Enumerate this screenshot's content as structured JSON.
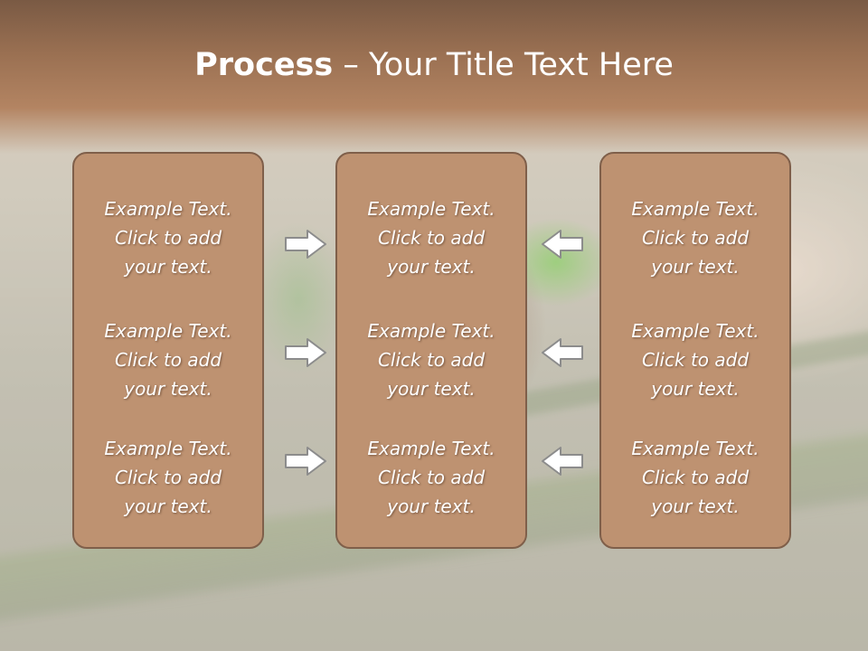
{
  "title": {
    "main": "Process",
    "dash": " – ",
    "sub": "Your Title Text Here"
  },
  "columns": [
    {
      "items": [
        {
          "line1": "Example Text.",
          "line2": "Click  to add",
          "line3": "your text."
        },
        {
          "line1": "Example Text.",
          "line2": "Click  to add",
          "line3": "your text."
        },
        {
          "line1": "Example Text.",
          "line2": "Click  to add",
          "line3": "your text."
        }
      ]
    },
    {
      "items": [
        {
          "line1": "Example Text.",
          "line2": "Click  to add",
          "line3": "your text."
        },
        {
          "line1": "Example Text.",
          "line2": "Click  to add",
          "line3": "your text."
        },
        {
          "line1": "Example Text.",
          "line2": "Click  to add",
          "line3": "your text."
        }
      ]
    },
    {
      "items": [
        {
          "line1": "Example Text.",
          "line2": "Click  to add",
          "line3": "your text."
        },
        {
          "line1": "Example Text.",
          "line2": "Click  to add",
          "line3": "your text."
        },
        {
          "line1": "Example Text.",
          "line2": "Click  to add",
          "line3": "your text."
        }
      ]
    }
  ],
  "arrows": {
    "left_group": "arrow-right-icon",
    "right_group": "arrow-left-icon"
  },
  "colors": {
    "title_band": "#9a7052",
    "box_fill": "#be9271",
    "box_border": "#7f5f4a",
    "text": "#ffffff"
  }
}
